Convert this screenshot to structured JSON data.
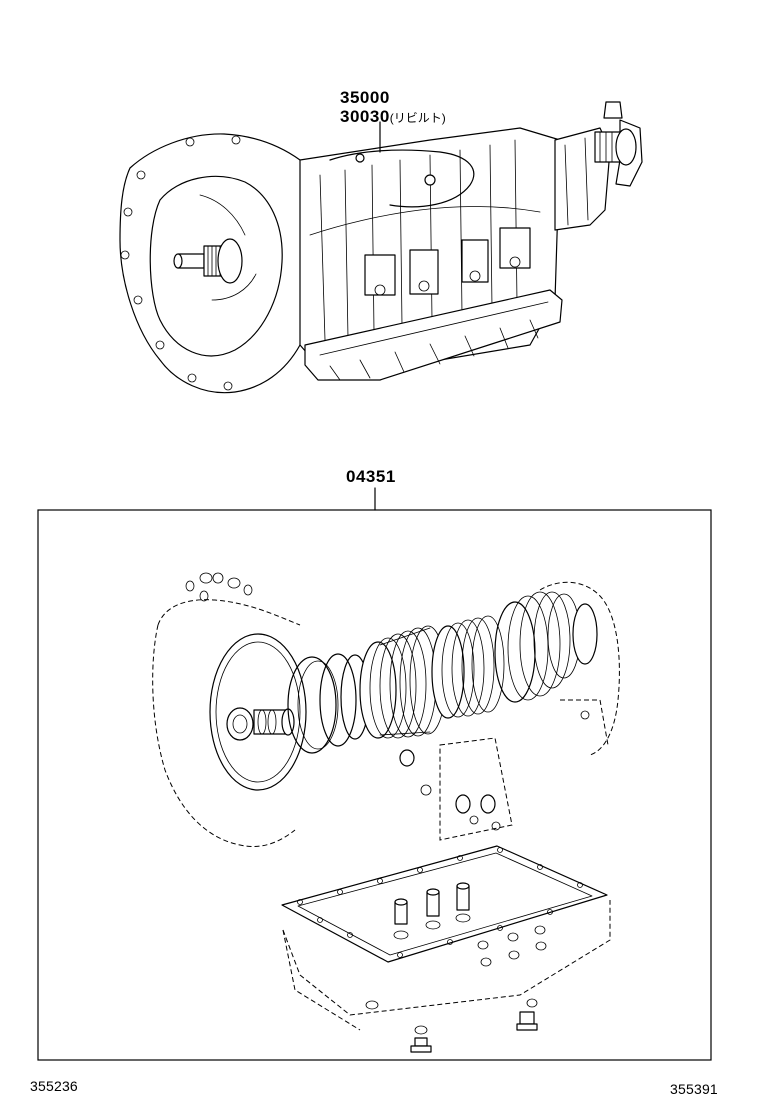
{
  "callouts": {
    "assembly_part": "35000",
    "rebuilt_part": "30030",
    "rebuilt_note": "(リビルト)",
    "kit_part": "04351"
  },
  "figure_codes": {
    "left": "355236",
    "right": "355391"
  }
}
